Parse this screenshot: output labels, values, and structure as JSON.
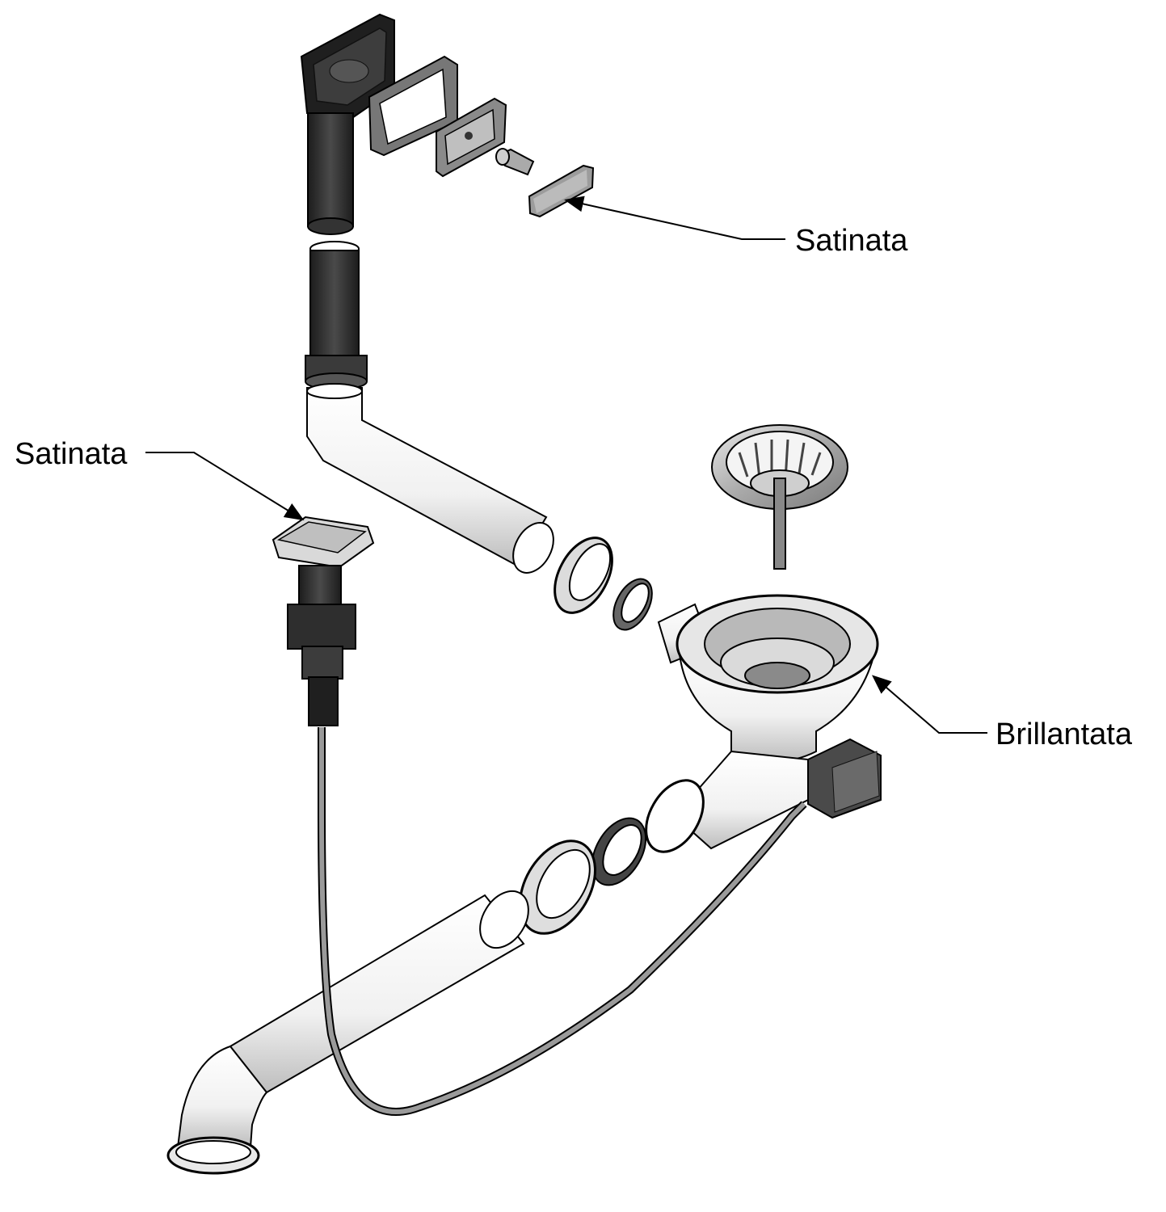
{
  "labels": {
    "top_right": "Satinata",
    "left": "Satinata",
    "right": "Brillantata"
  },
  "colors": {
    "line": "#000000",
    "part_dark": "#2a2a2a",
    "part_mid": "#6b6b6b",
    "part_light": "#d0d0d0",
    "pipe": "#ffffff",
    "background": "#ffffff"
  }
}
